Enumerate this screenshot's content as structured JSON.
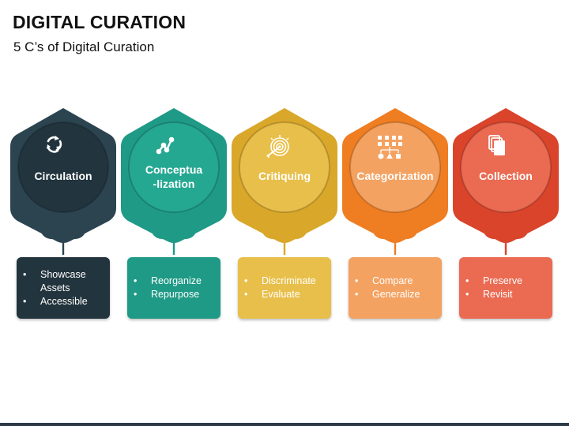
{
  "title": "DIGITAL CURATION",
  "subtitle": "5 C’s of Digital Curation",
  "items": [
    {
      "label_lines": [
        "Circulation",
        ""
      ],
      "icon": "circular-arrows-icon",
      "outer_color": "#2b4450",
      "inner_color": "#22343d",
      "card_color": "#22343d",
      "bullets": [
        "Showcase",
        "Assets",
        "Accessible"
      ]
    },
    {
      "label_lines": [
        "Conceptua",
        "-lization"
      ],
      "icon": "network-nodes-icon",
      "outer_color": "#1f9a86",
      "inner_color": "#25a892",
      "card_color": "#1f9a86",
      "bullets": [
        "Reorganize",
        "Repurpose"
      ]
    },
    {
      "label_lines": [
        "Critiquing",
        ""
      ],
      "icon": "target-arrow-icon",
      "outer_color": "#d9a72a",
      "inner_color": "#e8bf4a",
      "card_color": "#e8bf4a",
      "bullets": [
        "Discriminate",
        "Evaluate"
      ]
    },
    {
      "label_lines": [
        "Categorization",
        ""
      ],
      "icon": "hierarchy-shapes-icon",
      "outer_color": "#ef7d22",
      "inner_color": "#f4a261",
      "card_color": "#f4a261",
      "bullets": [
        "Compare",
        "Generalize"
      ]
    },
    {
      "label_lines": [
        "Collection",
        ""
      ],
      "icon": "stacked-cards-icon",
      "outer_color": "#d9442b",
      "inner_color": "#ea6a52",
      "card_color": "#ea6a52",
      "bullets": [
        "Preserve",
        "Revisit"
      ]
    }
  ]
}
